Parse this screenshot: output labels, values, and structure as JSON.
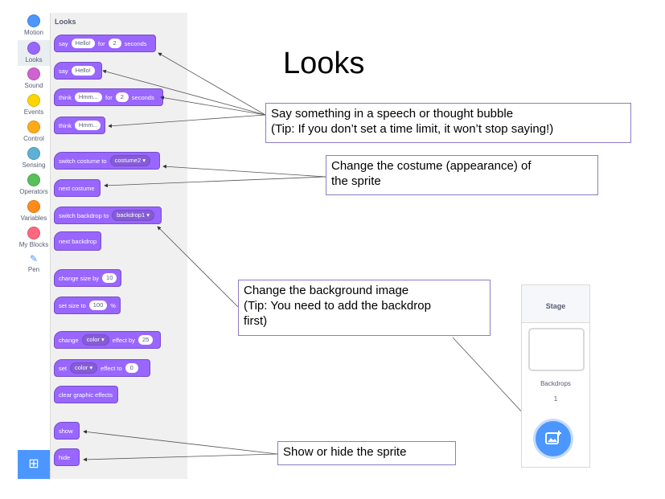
{
  "categories": [
    {
      "label": "Motion",
      "color": "#4c97ff"
    },
    {
      "label": "Looks",
      "color": "#9966ff"
    },
    {
      "label": "Sound",
      "color": "#cf63cf"
    },
    {
      "label": "Events",
      "color": "#ffd500"
    },
    {
      "label": "Control",
      "color": "#ffab19"
    },
    {
      "label": "Sensing",
      "color": "#5cb1d6"
    },
    {
      "label": "Operators",
      "color": "#59c059"
    },
    {
      "label": "Variables",
      "color": "#ff8c1a"
    },
    {
      "label": "My Blocks",
      "color": "#ff6680"
    },
    {
      "label": "Pen",
      "color": "#0fbd8c"
    }
  ],
  "palette_title": "Looks",
  "blocks": {
    "say_for": {
      "w1": "say",
      "v1": "Hello!",
      "w2": "for",
      "v2": "2",
      "w3": "seconds"
    },
    "say": {
      "w1": "say",
      "v1": "Hello!"
    },
    "think_for": {
      "w1": "think",
      "v1": "Hmm...",
      "w2": "for",
      "v2": "2",
      "w3": "seconds"
    },
    "think": {
      "w1": "think",
      "v1": "Hmm..."
    },
    "switch_costume": {
      "w1": "switch costume to",
      "v1": "costume2 ▾"
    },
    "next_costume": {
      "w1": "next costume"
    },
    "switch_backdrop": {
      "w1": "switch backdrop to",
      "v1": "backdrop1 ▾"
    },
    "next_backdrop": {
      "w1": "next backdrop"
    },
    "change_size": {
      "w1": "change size by",
      "v1": "10"
    },
    "set_size": {
      "w1": "set size to",
      "v1": "100",
      "w2": "%"
    },
    "change_effect": {
      "w1": "change",
      "v1": "color ▾",
      "w2": "effect by",
      "v2": "25"
    },
    "set_effect": {
      "w1": "set",
      "v1": "color ▾",
      "w2": "effect to",
      "v2": "0"
    },
    "clear_effects": {
      "w1": "clear graphic effects"
    },
    "show": {
      "w1": "show"
    },
    "hide": {
      "w1": "hide"
    }
  },
  "slide_title": "Looks",
  "notes": {
    "speech_line1": "Say something in a speech or thought bubble",
    "speech_line2": "(Tip: If you don’t set a time limit, it won’t stop saying!)",
    "costume_line1": "Change the costume (appearance) of",
    "costume_line2": "the sprite",
    "backdrop_line1": "Change the background image",
    "backdrop_line2": "(Tip: You need to add the backdrop",
    "backdrop_line3": "first)",
    "showhide": "Show or hide the sprite"
  },
  "stage_panel": {
    "title": "Stage",
    "backdrops_label": "Backdrops",
    "backdrops_count": "1"
  },
  "icons": {
    "extension": "add-extension-icon",
    "pen": "pen-icon",
    "backdrop_button": "choose-backdrop-icon"
  }
}
